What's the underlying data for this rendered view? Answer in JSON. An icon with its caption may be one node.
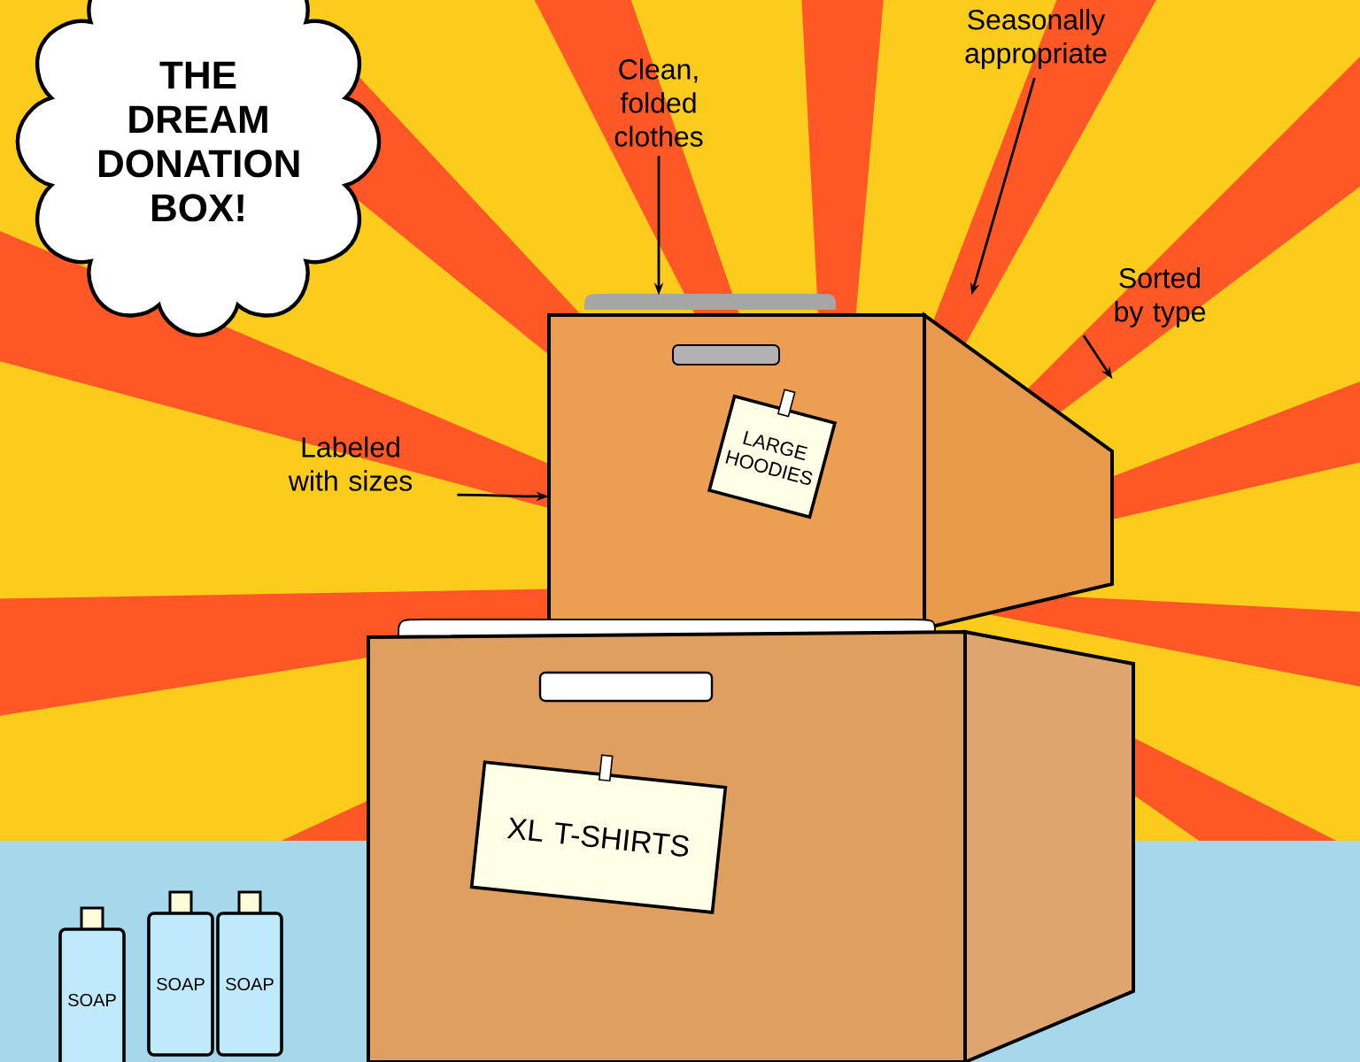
{
  "diagram": {
    "nodes": [
      {
        "text": [
          "THE DREAM DONATION BOX!"
        ]
      },
      {
        "text": [
          "Clean, folded clothes"
        ]
      },
      {
        "text": [
          "Seasonally appropriate"
        ]
      },
      {
        "text": [
          "Sorted by type"
        ]
      },
      {
        "text": [
          "Labeled with sizes"
        ]
      },
      {
        "text": [],
        "shape": "box"
      },
      {
        "text": [],
        "shape": "box"
      },
      {
        "text": [
          "LARGE HOODIES"
        ],
        "in": 5
      },
      {
        "text": [
          "XL T-SHIRTS"
        ],
        "in": 6
      },
      {
        "text": [
          "SOAP"
        ]
      },
      {
        "text": [
          "SOAP"
        ]
      },
      {
        "text": [
          "SOAP"
        ]
      }
    ],
    "edges": [
      {
        "from": 1,
        "to": 5,
        "arrow": "to"
      },
      {
        "from": 2,
        "to": 5,
        "arrow": "to"
      },
      {
        "from": 3,
        "to": 5,
        "arrow": "to"
      },
      {
        "from": 4,
        "to": 5,
        "arrow": "to"
      }
    ]
  }
}
